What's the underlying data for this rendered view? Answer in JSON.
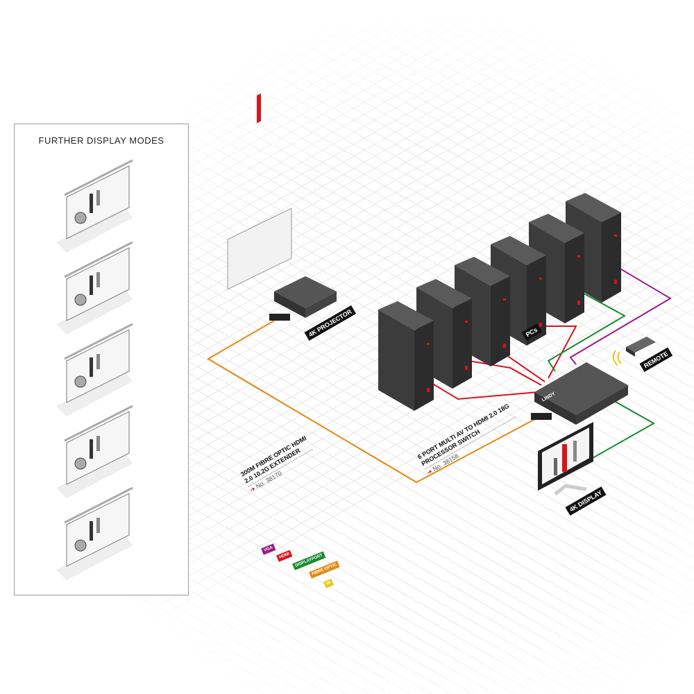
{
  "panel": {
    "title": "FURTHER DISPLAY MODES"
  },
  "labels": {
    "projector": "4K PROJECTOR",
    "pcs": "PCs",
    "remote": "REMOTE",
    "display": "4K DISPLAY",
    "brand": "LINDY"
  },
  "products": [
    {
      "line1": "300M FIBRE OPTIC HDMI",
      "line2": "2.0 10.2G EXTENDER",
      "number": "No. 38170",
      "arrow": "➔"
    },
    {
      "line1": "6 PORT MULTI AV TO HDMI 2.0 18G",
      "line2": "PROCESSOR SWITCH",
      "number": "No. 38156",
      "arrow": "➔"
    }
  ],
  "legend": [
    {
      "label": "VGA",
      "color": "#9b1b8a"
    },
    {
      "label": "HDMI",
      "color": "#d7141e"
    },
    {
      "label": "DISPLAYPORT",
      "color": "#1a8a2e"
    },
    {
      "label": "FIBRE OPTIC",
      "color": "#e38a12"
    },
    {
      "label": "IR",
      "color": "#e8c81a"
    }
  ]
}
